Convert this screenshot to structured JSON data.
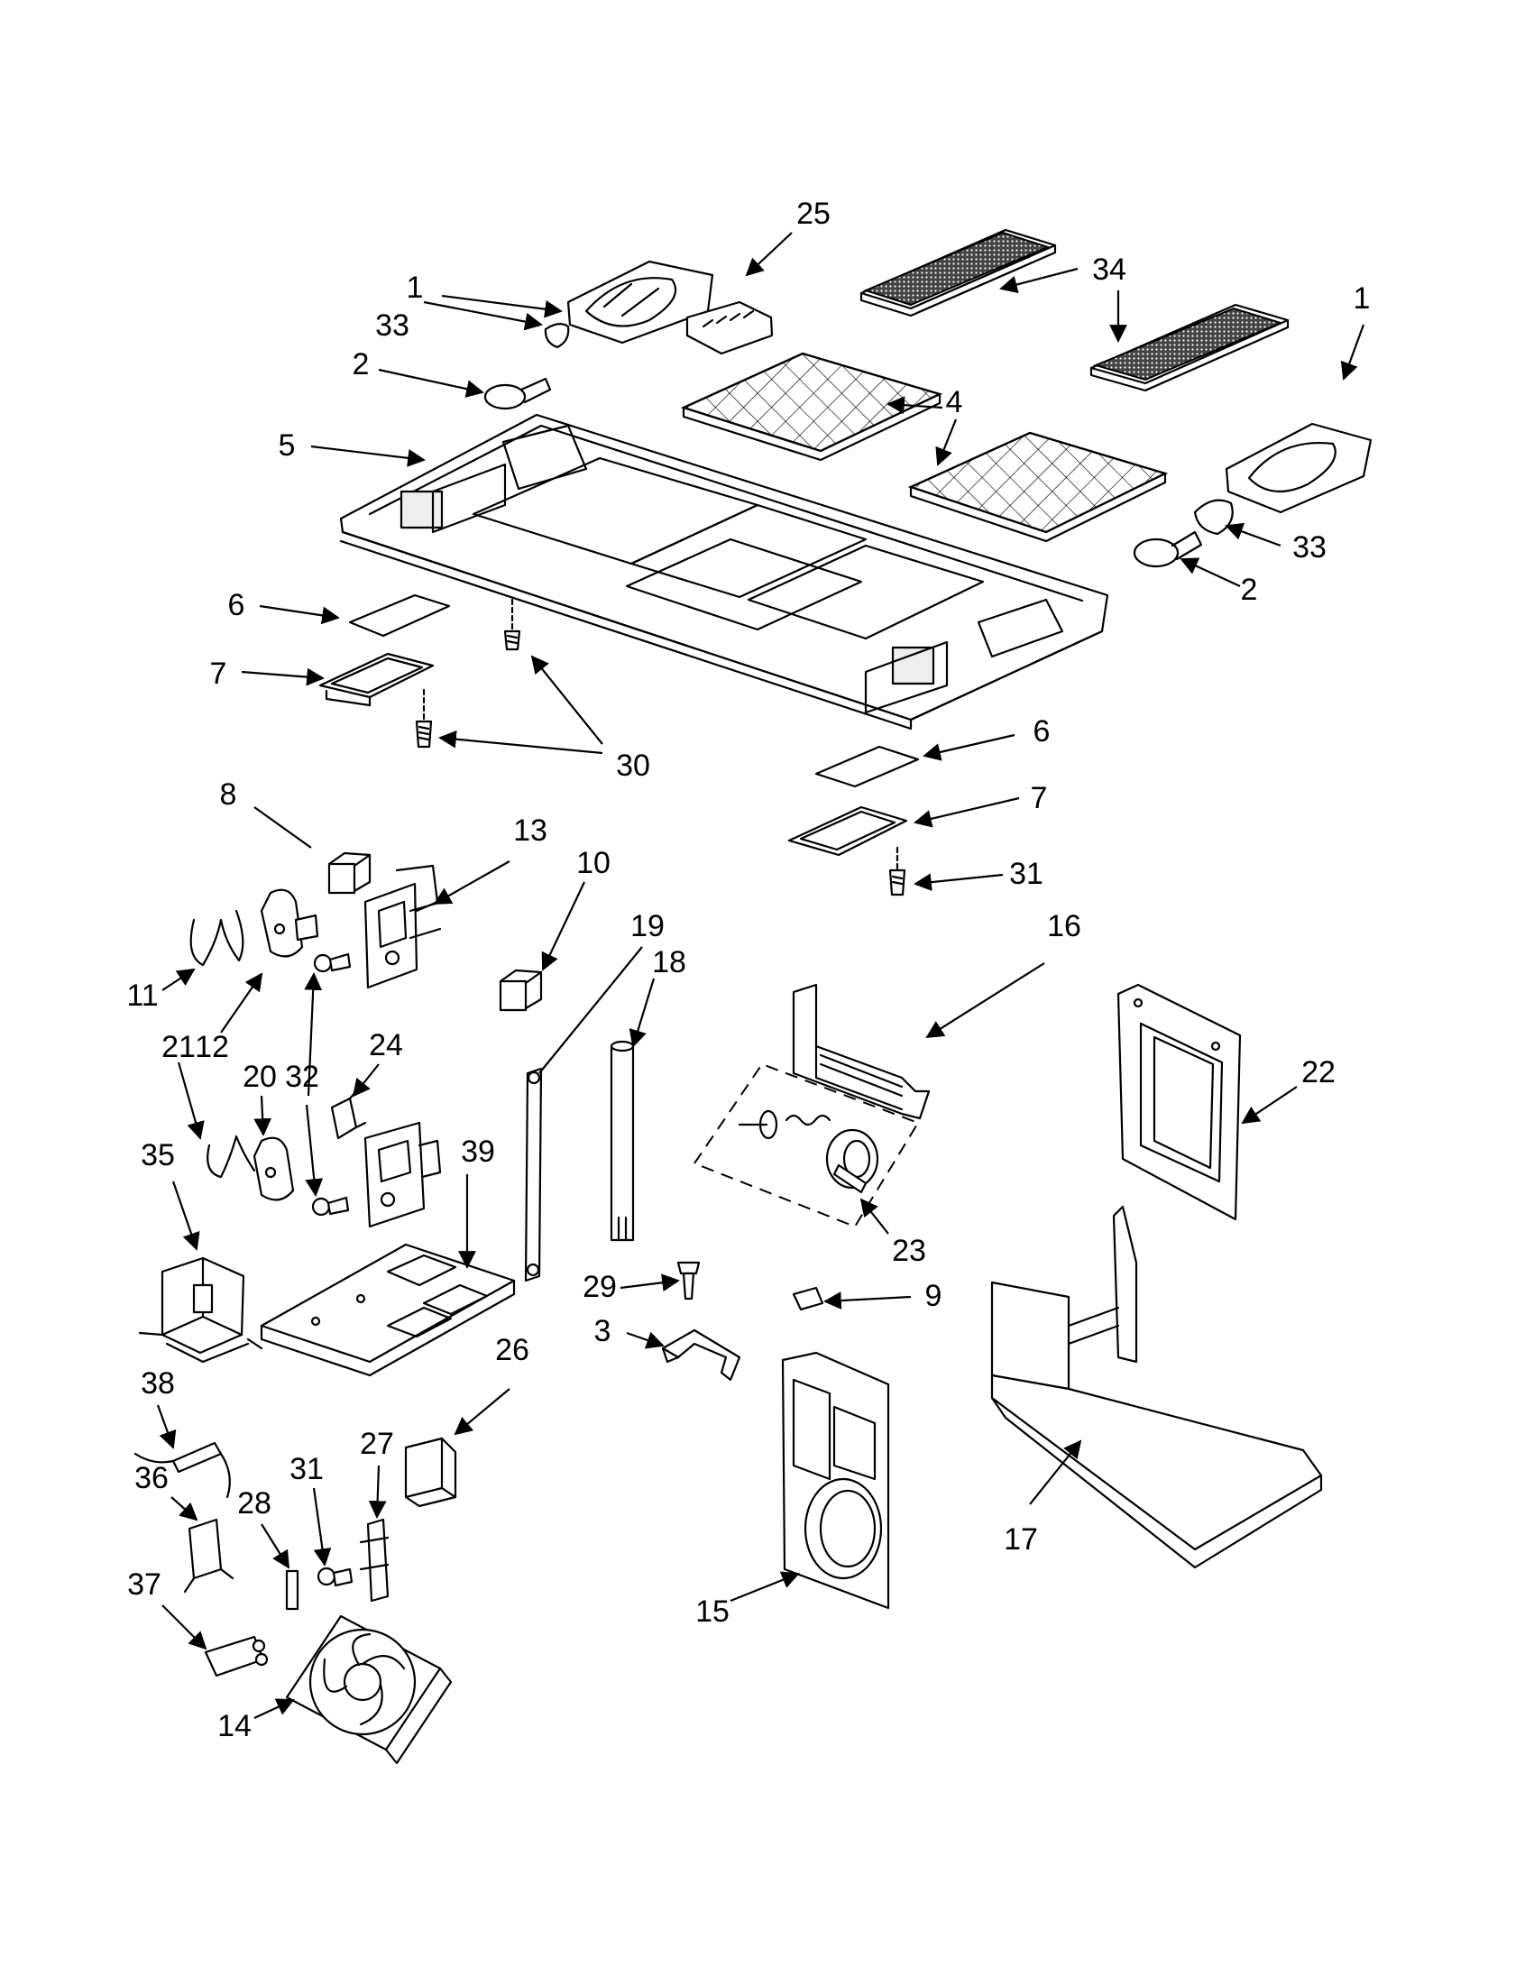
{
  "diagram": {
    "type": "exploded-parts-view",
    "callouts": [
      {
        "id": "c1a",
        "label": "1"
      },
      {
        "id": "c1b",
        "label": "1"
      },
      {
        "id": "c2a",
        "label": "2"
      },
      {
        "id": "c2b",
        "label": "2"
      },
      {
        "id": "c3",
        "label": "3"
      },
      {
        "id": "c4a",
        "label": "4"
      },
      {
        "id": "c4b",
        "label": "4"
      },
      {
        "id": "c5",
        "label": "5"
      },
      {
        "id": "c6a",
        "label": "6"
      },
      {
        "id": "c6b",
        "label": "6"
      },
      {
        "id": "c7a",
        "label": "7"
      },
      {
        "id": "c7b",
        "label": "7"
      },
      {
        "id": "c8",
        "label": "8"
      },
      {
        "id": "c9",
        "label": "9"
      },
      {
        "id": "c10",
        "label": "10"
      },
      {
        "id": "c11",
        "label": "11"
      },
      {
        "id": "c12",
        "label": "12"
      },
      {
        "id": "c13",
        "label": "13"
      },
      {
        "id": "c14",
        "label": "14"
      },
      {
        "id": "c15",
        "label": "15"
      },
      {
        "id": "c16",
        "label": "16"
      },
      {
        "id": "c17",
        "label": "17"
      },
      {
        "id": "c18",
        "label": "18"
      },
      {
        "id": "c19",
        "label": "19"
      },
      {
        "id": "c20",
        "label": "20"
      },
      {
        "id": "c21",
        "label": "21"
      },
      {
        "id": "c22",
        "label": "22"
      },
      {
        "id": "c23",
        "label": "23"
      },
      {
        "id": "c24",
        "label": "24"
      },
      {
        "id": "c25",
        "label": "25"
      },
      {
        "id": "c26",
        "label": "26"
      },
      {
        "id": "c27",
        "label": "27"
      },
      {
        "id": "c28",
        "label": "28"
      },
      {
        "id": "c29",
        "label": "29"
      },
      {
        "id": "c30",
        "label": "30"
      },
      {
        "id": "c31a",
        "label": "31"
      },
      {
        "id": "c31b",
        "label": "31"
      },
      {
        "id": "c32",
        "label": "32"
      },
      {
        "id": "c33a",
        "label": "33"
      },
      {
        "id": "c33b",
        "label": "33"
      },
      {
        "id": "c34",
        "label": "34"
      },
      {
        "id": "c35",
        "label": "35"
      },
      {
        "id": "c36",
        "label": "36"
      },
      {
        "id": "c37",
        "label": "37"
      },
      {
        "id": "c38",
        "label": "38"
      },
      {
        "id": "c39",
        "label": "39"
      }
    ]
  }
}
